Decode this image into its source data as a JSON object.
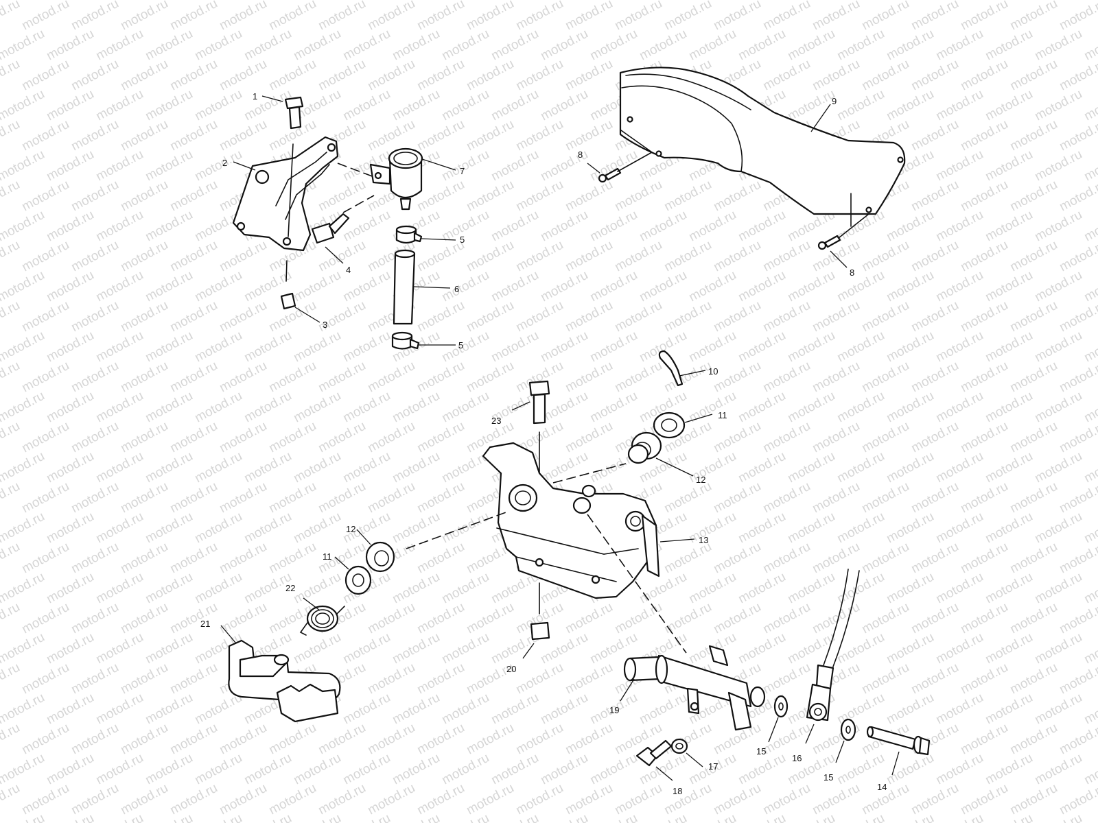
{
  "watermark": "motod.ru",
  "colors": {
    "line": "#111111",
    "watermark": "#d6d6d6",
    "background": "#ffffff"
  },
  "callouts": {
    "c1": "1",
    "c2": "2",
    "c3": "3",
    "c4": "4",
    "c5a": "5",
    "c5b": "5",
    "c6": "6",
    "c7": "7",
    "c8a": "8",
    "c8b": "8",
    "c9": "9",
    "c10": "10",
    "c11a": "11",
    "c11b": "11",
    "c12a": "12",
    "c12b": "12",
    "c13": "13",
    "c14": "14",
    "c15a": "15",
    "c15b": "15",
    "c16": "16",
    "c17": "17",
    "c18": "18",
    "c19": "19",
    "c20": "20",
    "c21": "21",
    "c22": "22",
    "c23": "23"
  }
}
